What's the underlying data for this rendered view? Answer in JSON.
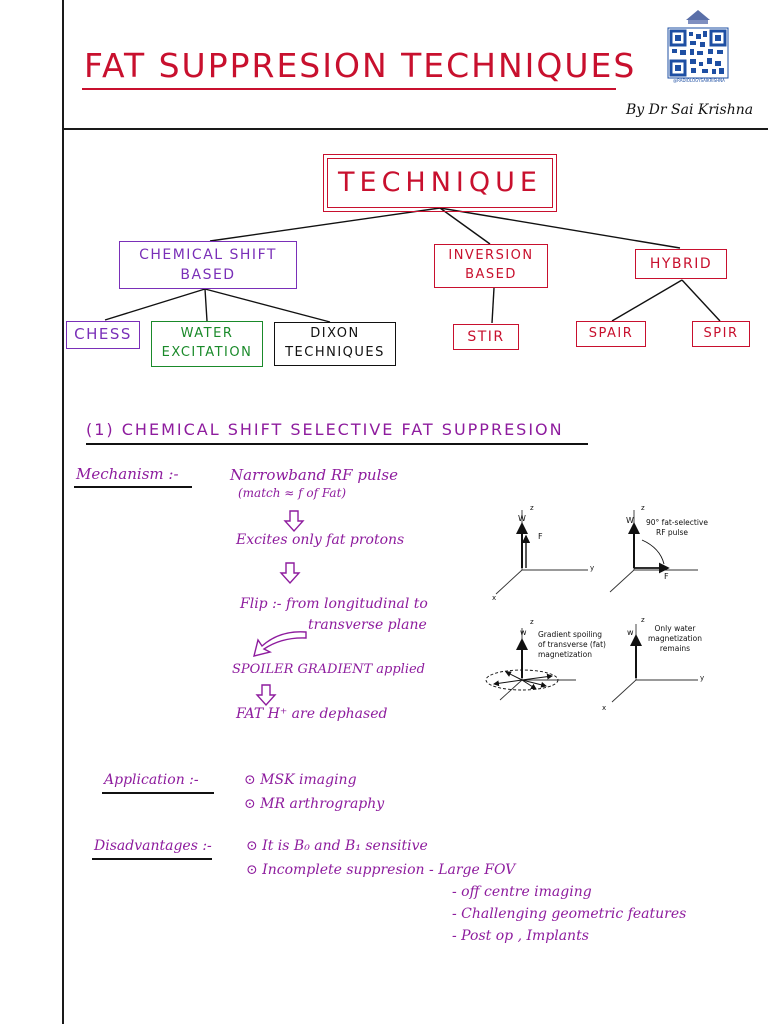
{
  "header": {
    "title": "FAT SUPPRESION TECHNIQUES",
    "author": "By Dr Sai Krishna",
    "qr_caption": "@RADIOLOGYSAIKRISHNA"
  },
  "tree": {
    "root": "TECHNIQUE",
    "chemical_shift": [
      "CHEMICAL SHIFT",
      "BASED"
    ],
    "inversion": [
      "INVERSION",
      "BASED"
    ],
    "hybrid": "HYBRID",
    "chess": "CHESS",
    "water": [
      "WATER",
      "EXCITATION"
    ],
    "dixon": [
      "DIXON",
      "TECHNIQUES"
    ],
    "stir": "STIR",
    "spair": "SPAIR",
    "spir": "SPIR"
  },
  "section1": {
    "heading": "(1) CHEMICAL SHIFT SELECTIVE FAT SUPPRESION",
    "mechanism_label": "Mechanism :-",
    "steps": [
      "Narrowband RF pulse",
      "(match ≈ f of Fat)",
      "Excites only fat protons",
      "Flip :- from longitudinal to",
      "transverse plane",
      "SPOILER GRADIENT applied",
      "FAT H⁺ are dephased"
    ],
    "application_label": "Application :-",
    "applications": [
      "⊙ MSK imaging",
      "⊙ MR arthrography"
    ],
    "disadvantages_label": "Disadvantages :-",
    "disadvantages": [
      "⊙ It is B₀ and B₁ sensitive",
      "⊙ Incomplete suppresion - Large FOV",
      "- off centre imaging",
      "- Challenging geometric features",
      "- Post op , Implants"
    ]
  },
  "diagram": {
    "panel_a": {
      "w": "W",
      "z": "z",
      "f": "F",
      "y": "y",
      "x": "x"
    },
    "panel_b": {
      "w": "W",
      "z": "z",
      "f": "F",
      "caption": [
        "90° fat-selective",
        "RF pulse"
      ]
    },
    "panel_c": {
      "w": "w",
      "z": "z",
      "caption": [
        "Gradient spoiling",
        "of transverse (fat)",
        "magnetization"
      ]
    },
    "panel_d": {
      "w": "w",
      "z": "z",
      "y": "y",
      "x": "x",
      "caption": [
        "Only water",
        "magnetization",
        "remains"
      ]
    }
  },
  "colors": {
    "red": "#c8102e",
    "purple": "#8e1c9e",
    "violet": "#7a2fb8",
    "green": "#1a8a2a",
    "ink": "#111111"
  }
}
